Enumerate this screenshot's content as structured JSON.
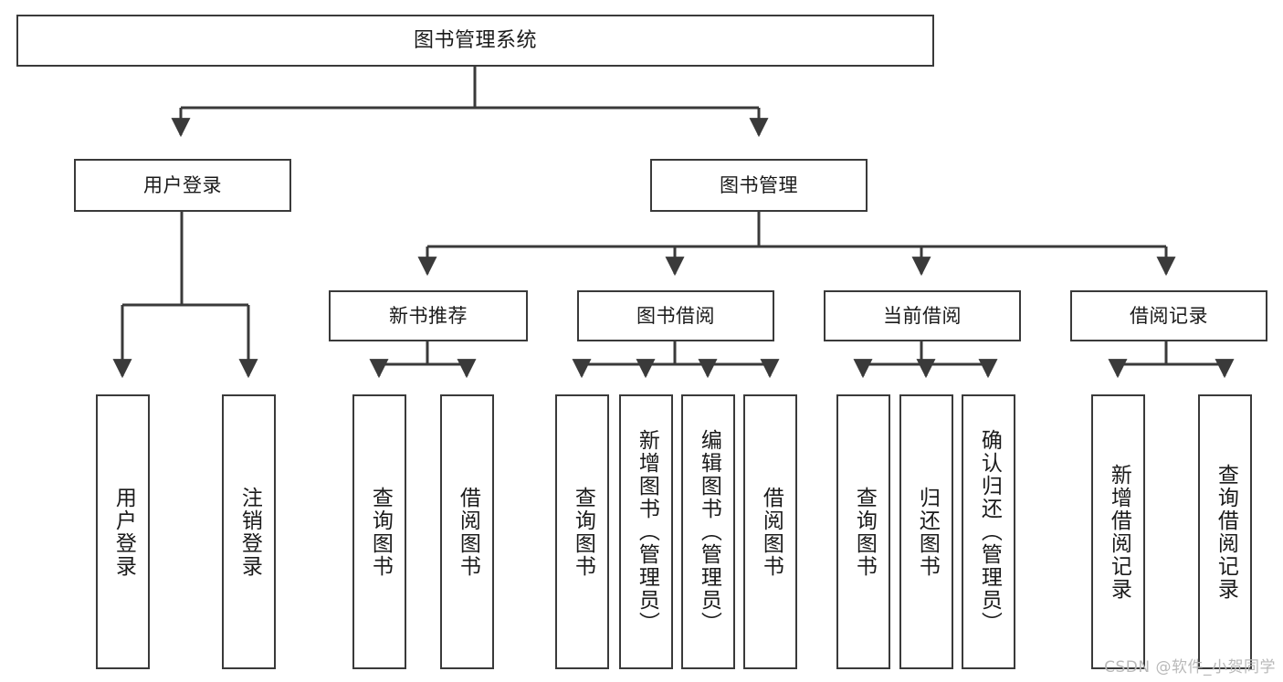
{
  "diagram": {
    "title": "图书管理系统",
    "watermark": "CSDN @软件_小贺同学",
    "line_color": "#3a3a3a",
    "box_fill": "#ffffff",
    "text_color": "#1a1a1a",
    "nodes": {
      "root": {
        "label": "图书管理系统"
      },
      "level2": [
        {
          "id": "user-login",
          "label": "用户登录"
        },
        {
          "id": "book-manage",
          "label": "图书管理"
        }
      ],
      "level3": [
        {
          "id": "new-book-recommend",
          "label": "新书推荐"
        },
        {
          "id": "book-borrow",
          "label": "图书借阅"
        },
        {
          "id": "current-borrow",
          "label": "当前借阅"
        },
        {
          "id": "borrow-record",
          "label": "借阅记录"
        }
      ],
      "leaves": [
        {
          "id": "leaf-user-login",
          "label": "用户登录",
          "parent": "user-login"
        },
        {
          "id": "leaf-user-logout",
          "label": "注销登录",
          "parent": "user-login"
        },
        {
          "id": "leaf-query-book-1",
          "label": "查询图书",
          "parent": "new-book-recommend"
        },
        {
          "id": "leaf-borrow-book-1",
          "label": "借阅图书",
          "parent": "new-book-recommend"
        },
        {
          "id": "leaf-query-book-2",
          "label": "查询图书",
          "parent": "book-borrow"
        },
        {
          "id": "leaf-add-book",
          "label": "新增图书（管理员）",
          "parent": "book-borrow"
        },
        {
          "id": "leaf-edit-book",
          "label": "编辑图书（管理员）",
          "parent": "book-borrow"
        },
        {
          "id": "leaf-borrow-book-2",
          "label": "借阅图书",
          "parent": "book-borrow"
        },
        {
          "id": "leaf-query-book-3",
          "label": "查询图书",
          "parent": "current-borrow"
        },
        {
          "id": "leaf-return-book",
          "label": "归还图书",
          "parent": "current-borrow"
        },
        {
          "id": "leaf-confirm-return",
          "label": "确认归还（管理员）",
          "parent": "current-borrow"
        },
        {
          "id": "leaf-add-record",
          "label": "新增借阅记录",
          "parent": "borrow-record"
        },
        {
          "id": "leaf-query-record",
          "label": "查询借阅记录",
          "parent": "borrow-record"
        }
      ]
    }
  }
}
